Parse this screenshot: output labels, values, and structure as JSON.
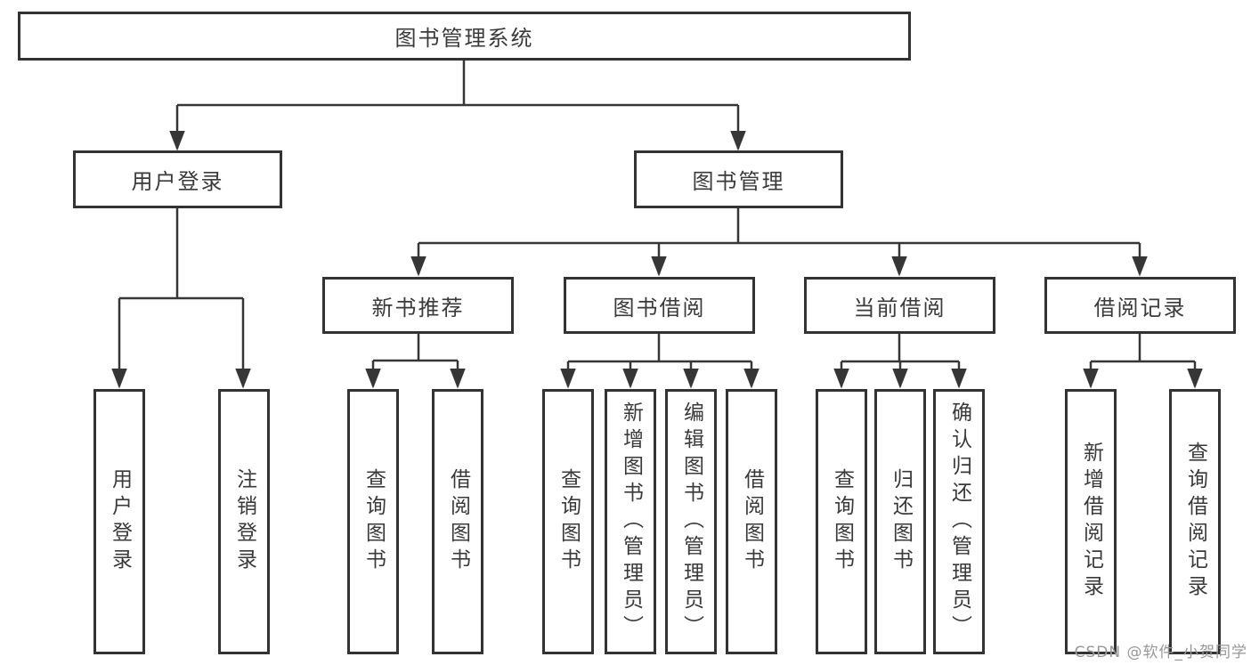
{
  "diagram_title": "图书管理系统",
  "colors": {
    "line": "#363636",
    "box_border": "#333333",
    "text": "#3a3a3a",
    "background": "#ffffff",
    "watermark": "#979797"
  },
  "tree": {
    "root": {
      "label": "图书管理系统"
    },
    "level2": [
      {
        "label": "用户登录"
      },
      {
        "label": "图书管理"
      }
    ],
    "level3": [
      {
        "label": "新书推荐",
        "parent": "图书管理"
      },
      {
        "label": "图书借阅",
        "parent": "图书管理"
      },
      {
        "label": "当前借阅",
        "parent": "图书管理"
      },
      {
        "label": "借阅记录",
        "parent": "图书管理"
      }
    ],
    "leaves": [
      {
        "label": "用户登录",
        "parent": "用户登录"
      },
      {
        "label": "注销登录",
        "parent": "用户登录"
      },
      {
        "label": "查询图书",
        "parent": "新书推荐"
      },
      {
        "label": "借阅图书",
        "parent": "新书推荐"
      },
      {
        "label": "查询图书",
        "parent": "图书借阅"
      },
      {
        "label": "新增图书（管理员）",
        "parent": "图书借阅"
      },
      {
        "label": "编辑图书（管理员）",
        "parent": "图书借阅"
      },
      {
        "label": "借阅图书",
        "parent": "图书借阅"
      },
      {
        "label": "查询图书",
        "parent": "当前借阅"
      },
      {
        "label": "归还图书",
        "parent": "当前借阅"
      },
      {
        "label": "确认归还（管理员）",
        "parent": "当前借阅"
      },
      {
        "label": "新增借阅记录",
        "parent": "借阅记录"
      },
      {
        "label": "查询借阅记录",
        "parent": "借阅记录"
      }
    ]
  },
  "watermark": {
    "text": "CSDN @软件_小贺同学"
  }
}
